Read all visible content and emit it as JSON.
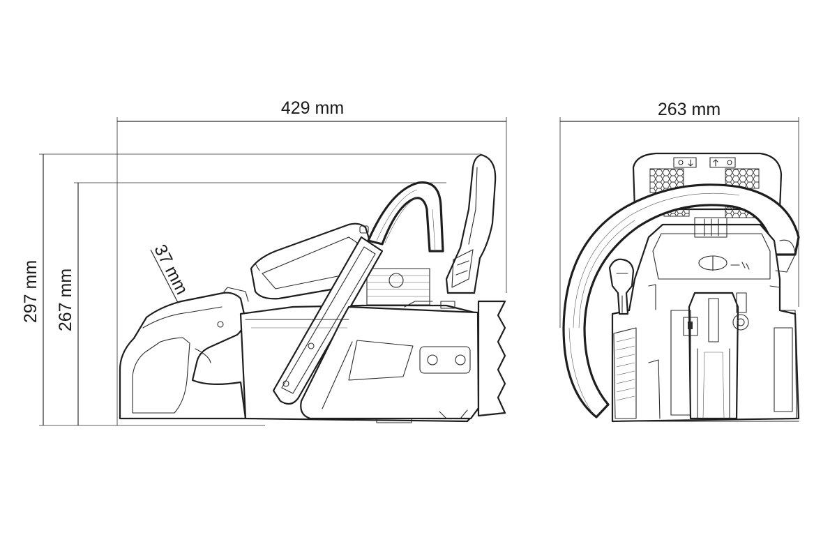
{
  "dimensions": {
    "side_width": "429 mm",
    "front_width": "263 mm",
    "total_height": "297 mm",
    "body_height": "267 mm",
    "handle_clearance": "37 mm"
  },
  "colors": {
    "line": "#1e1e1e",
    "background": "#ffffff"
  }
}
